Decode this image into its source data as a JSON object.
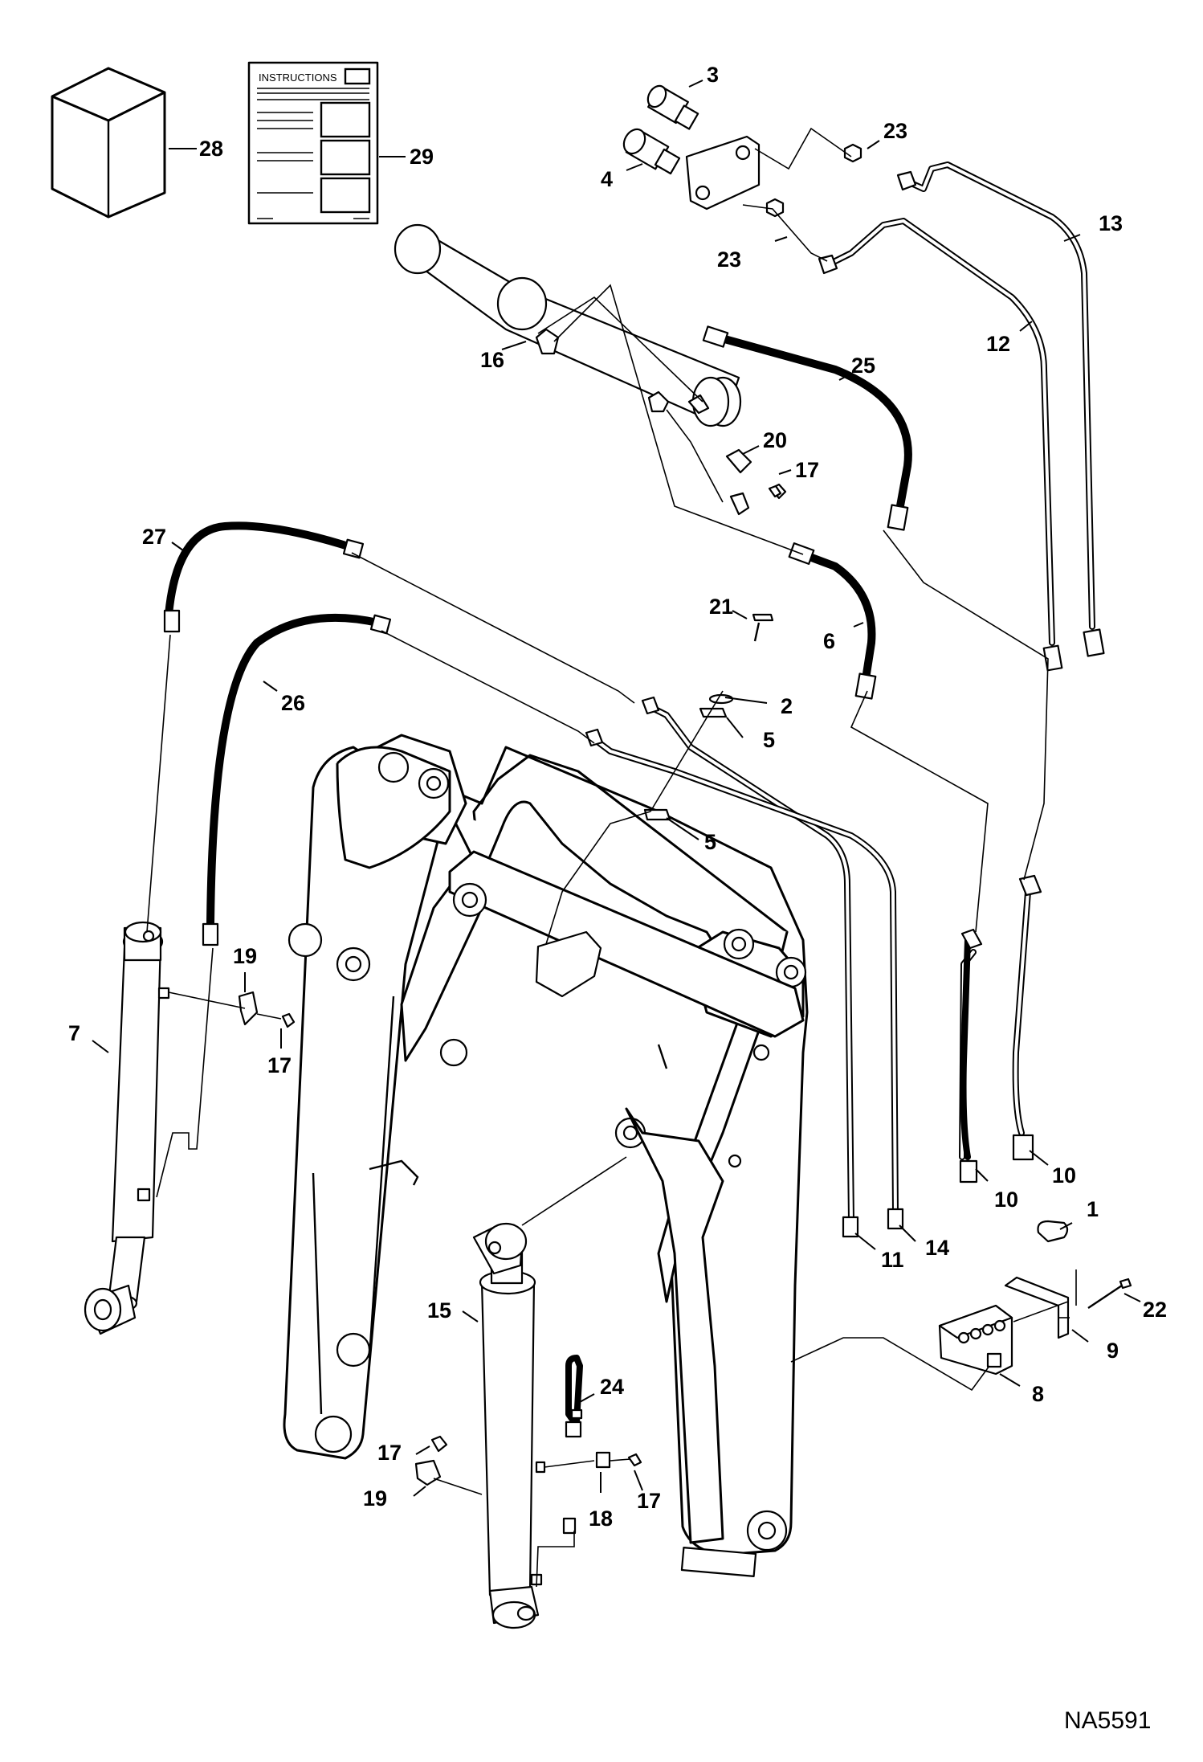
{
  "diagram": {
    "drawing_code": "NA5591",
    "instructions_text": "INSTRUCTIONS",
    "callouts": [
      {
        "id": "c28",
        "text": "28"
      },
      {
        "id": "c29",
        "text": "29"
      },
      {
        "id": "c3",
        "text": "3"
      },
      {
        "id": "c4",
        "text": "4"
      },
      {
        "id": "c23a",
        "text": "23"
      },
      {
        "id": "c23b",
        "text": "23"
      },
      {
        "id": "c13",
        "text": "13"
      },
      {
        "id": "c12",
        "text": "12"
      },
      {
        "id": "c16",
        "text": "16"
      },
      {
        "id": "c25",
        "text": "25"
      },
      {
        "id": "c20",
        "text": "20"
      },
      {
        "id": "c17a",
        "text": "17"
      },
      {
        "id": "c27",
        "text": "27"
      },
      {
        "id": "c21",
        "text": "21"
      },
      {
        "id": "c6",
        "text": "6"
      },
      {
        "id": "c26",
        "text": "26"
      },
      {
        "id": "c2",
        "text": "2"
      },
      {
        "id": "c5a",
        "text": "5"
      },
      {
        "id": "c5b",
        "text": "5"
      },
      {
        "id": "c19a",
        "text": "19"
      },
      {
        "id": "c7",
        "text": "7"
      },
      {
        "id": "c17b",
        "text": "17"
      },
      {
        "id": "c10a",
        "text": "10"
      },
      {
        "id": "c10b",
        "text": "10"
      },
      {
        "id": "c1",
        "text": "1"
      },
      {
        "id": "c11",
        "text": "11"
      },
      {
        "id": "c14",
        "text": "14"
      },
      {
        "id": "c15",
        "text": "15"
      },
      {
        "id": "c22",
        "text": "22"
      },
      {
        "id": "c9",
        "text": "9"
      },
      {
        "id": "c8",
        "text": "8"
      },
      {
        "id": "c24",
        "text": "24"
      },
      {
        "id": "c17c",
        "text": "17"
      },
      {
        "id": "c19b",
        "text": "19"
      },
      {
        "id": "c18",
        "text": "18"
      },
      {
        "id": "c17d",
        "text": "17"
      }
    ]
  }
}
